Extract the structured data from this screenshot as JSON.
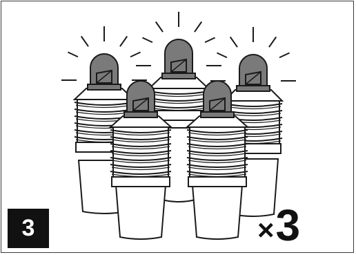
{
  "step": {
    "number": "3"
  },
  "quantity": {
    "symbol": "×",
    "count": "3"
  },
  "items": [
    {
      "name": "led-bulb-back-left",
      "lit": true
    },
    {
      "name": "led-bulb-back-center",
      "lit": true
    },
    {
      "name": "led-bulb-back-right",
      "lit": true
    },
    {
      "name": "led-bulb-front-left",
      "lit": false
    },
    {
      "name": "led-bulb-front-right",
      "lit": false
    }
  ],
  "colors": {
    "bulb_glass": "#7a7a7a",
    "stroke": "#1a1a1a",
    "badge": "#111111",
    "background": "#ffffff"
  }
}
